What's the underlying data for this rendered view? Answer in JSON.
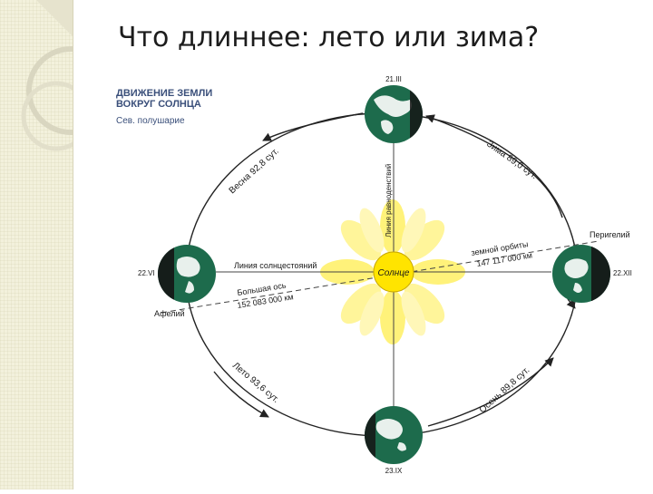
{
  "title": "Что длиннее: лето или зима?",
  "diagram": {
    "header_line1": "ДВИЖЕНИЕ ЗЕМЛИ",
    "header_line2": "ВОКРУГ СОЛНЦА",
    "subheader": "Сев. полушарие",
    "sun_label": "Солнце",
    "dates": {
      "top": "21.III",
      "left": "22.VI",
      "right": "22.XII",
      "bottom": "23.IX"
    },
    "aphelion": "Афелий",
    "perihelion": "Перигелий",
    "solstice_line": "Линия солнцестояний",
    "equinox_line": "Линия равноденствий",
    "major_axis": "Большая  ось",
    "aphelion_distance": "152 083 000 км",
    "orbit_radius": "земной  орбиты",
    "perihelion_distance": "147 117 000 км",
    "seasons": {
      "spring": "Весна 92,8 сут.",
      "winter": "Зима 89,0 сут.",
      "summer": "Лето 93,6 сут.",
      "autumn": "Осень 89,8 сут."
    }
  },
  "colors": {
    "sun_core": "#ffe400",
    "sun_rays": "#fff27a",
    "globe_ocean": "#1d6b4c",
    "globe_land": "#e8f0ec",
    "globe_night": "#151515"
  }
}
